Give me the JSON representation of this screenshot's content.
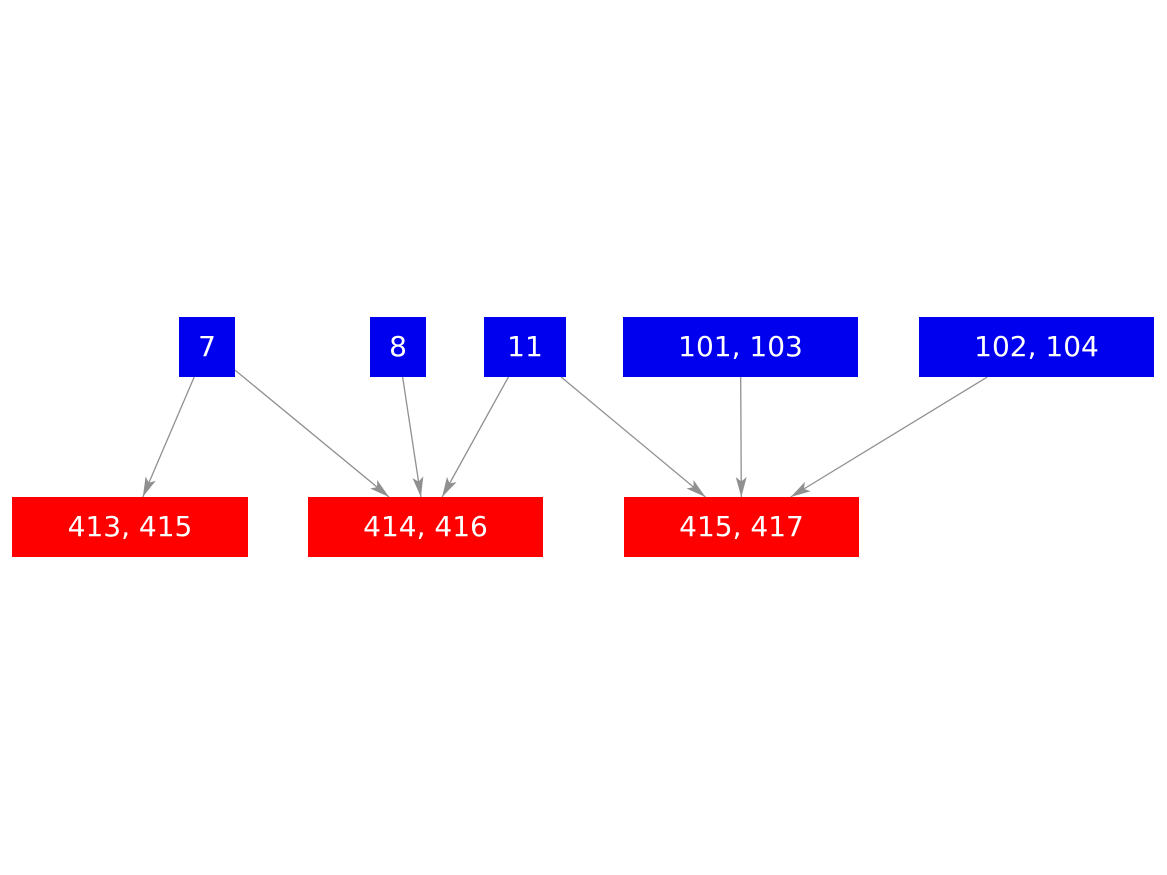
{
  "diagram": {
    "background": "#ffffff",
    "colors": {
      "source_node_fill": "#0000ee",
      "target_node_fill": "#ff0000",
      "node_text": "#ffffff",
      "edge": "#909090"
    },
    "nodes": [
      {
        "id": "7",
        "label": "7",
        "group": "source"
      },
      {
        "id": "8",
        "label": "8",
        "group": "source"
      },
      {
        "id": "11",
        "label": "11",
        "group": "source"
      },
      {
        "id": "101_103",
        "label": "101, 103",
        "group": "source"
      },
      {
        "id": "102_104",
        "label": "102, 104",
        "group": "source"
      },
      {
        "id": "413_415",
        "label": "413, 415",
        "group": "target"
      },
      {
        "id": "414_416",
        "label": "414, 416",
        "group": "target"
      },
      {
        "id": "415_417",
        "label": "415, 417",
        "group": "target"
      }
    ],
    "edges": [
      {
        "from": "7",
        "to": "413_415"
      },
      {
        "from": "7",
        "to": "414_416"
      },
      {
        "from": "8",
        "to": "414_416"
      },
      {
        "from": "11",
        "to": "414_416"
      },
      {
        "from": "11",
        "to": "415_417"
      },
      {
        "from": "101_103",
        "to": "415_417"
      },
      {
        "from": "102_104",
        "to": "415_417"
      }
    ]
  }
}
